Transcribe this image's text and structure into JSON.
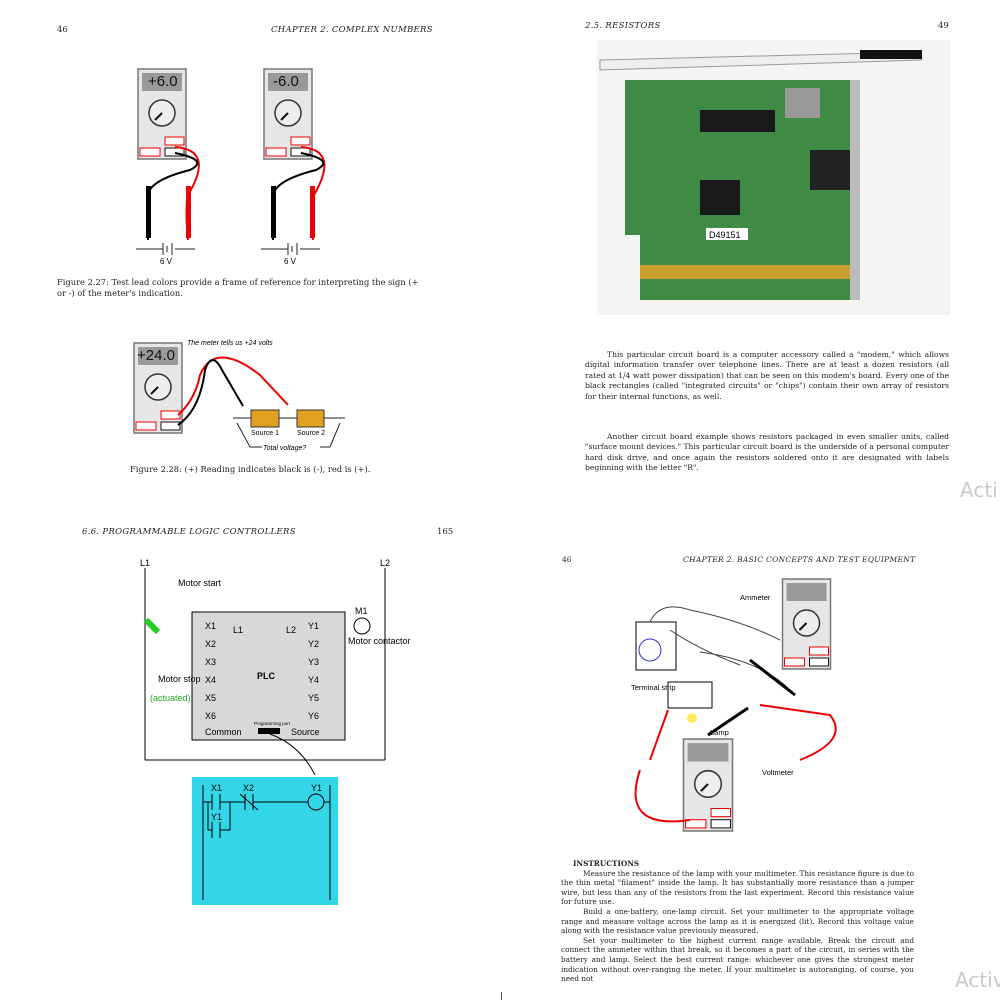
{
  "page1": {
    "number": "46",
    "header": "CHAPTER 2.  COMPLEX NUMBERS",
    "meter_a": "+6.0",
    "meter_b": "-6.0",
    "battery_a": "6 V",
    "battery_b": "6 V",
    "fig227": "Figure 2.27: Test lead colors provide a frame of reference for interpreting the sign (+ or -) of the meter's indication.",
    "meter_c": "+24.0",
    "note": "The meter tells us +24 volts",
    "source1": "Source 1",
    "source2": "Source 2",
    "total": "Total voltage?",
    "fig228": "Figure 2.28: (+) Reading indicates black is (-), red is (+)."
  },
  "page2": {
    "header": "2.5.  RESISTORS",
    "number": "49",
    "board_label": "D49151",
    "para1": "This particular circuit board is a computer accessory called a \"modem,\" which allows digital information transfer over telephone lines. There are at least a dozen resistors (all rated at 1/4 watt power dissipation) that can be seen on this modem's board. Every one of the black rectangles (called \"integrated circuits\" or \"chips\") contain their own array of resistors for their internal functions, as well.",
    "para2": "Another circuit board example shows resistors packaged in even smaller units, called \"surface mount devices.\" This particular circuit board is the underside of a personal computer hard disk drive, and once again the resistors soldered onto it are designated with labels beginning with the letter \"R\".",
    "watermark": "Acti"
  },
  "page3": {
    "header": "6.6.  PROGRAMMABLE LOGIC CONTROLLERS",
    "number": "165",
    "l1": "L1",
    "l2": "L2",
    "motor_start": "Motor start",
    "motor_stop": "Motor stop",
    "actuated": "(actuated)",
    "plc": "PLC",
    "inputs": [
      "X1",
      "X2",
      "X3",
      "X4",
      "X5",
      "X6",
      "Common"
    ],
    "outputs": [
      "Y1",
      "Y2",
      "Y3",
      "Y4",
      "Y5",
      "Y6",
      "Source"
    ],
    "plc_l1": "L1",
    "plc_l2": "L2",
    "m1": "M1",
    "contactor": "Motor contactor",
    "port": "Programming port",
    "ladder": {
      "x1": "X1",
      "x2": "X2",
      "y1": "Y1",
      "y1b": "Y1"
    },
    "ladder_color": "#33d6e6"
  },
  "page4": {
    "number": "46",
    "header": "CHAPTER 2.  BASIC CONCEPTS AND TEST EQUIPMENT",
    "ammeter": "Ammeter",
    "terminal": "Terminal strip",
    "lamp": "Lamp",
    "voltmeter": "Voltmeter",
    "instructions_title": "INSTRUCTIONS",
    "instructions": [
      "Measure the resistance of the lamp with your multimeter. This resistance figure is due to the thin metal \"filament\" inside the lamp. It has substantially more resistance than a jumper wire, but less than any of the resistors from the last experiment. Record this resistance value for future use.",
      "Build a one-battery, one-lamp circuit. Set your multimeter to the appropriate voltage range and measure voltage across the lamp as it is energized (lit). Record this voltage value along with the resistance value previously measured.",
      "Set your multimeter to the highest current range available. Break the circuit and connect the ammeter within that break, so it becomes a part of the circuit, in series with the battery and lamp. Select the best current range: whichever one gives the strongest meter indication without over-ranging the meter. If your multimeter is autoranging, of course, you need not"
    ],
    "watermark": "Activ"
  }
}
